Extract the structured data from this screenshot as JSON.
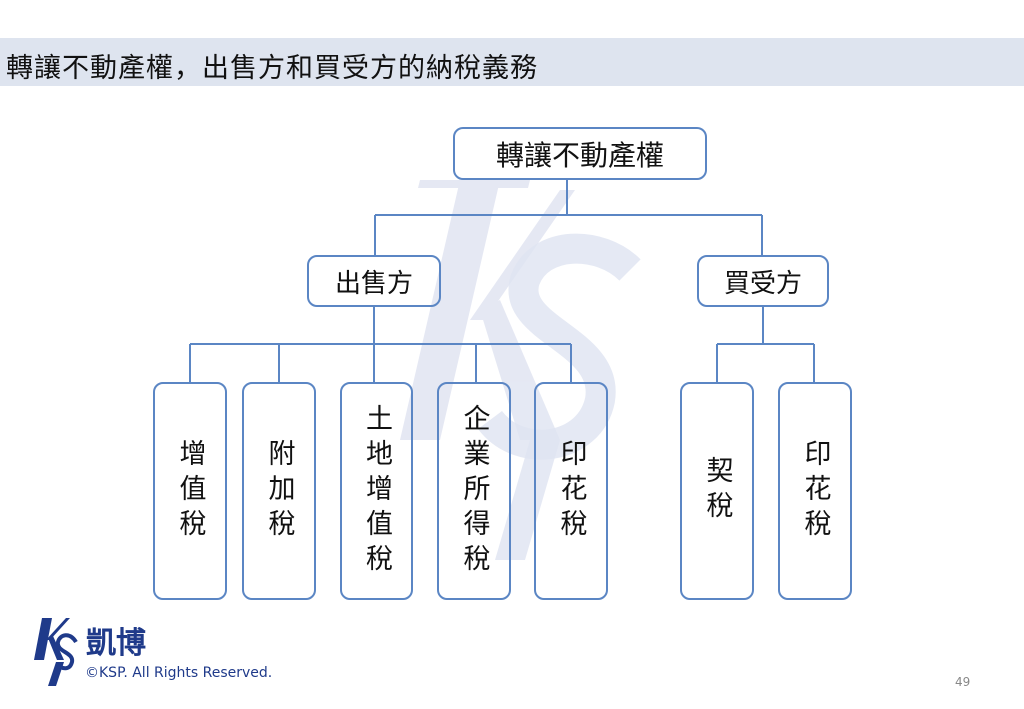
{
  "title": "轉讓不動產權，出售方和買受方的納稅義務",
  "root": "轉讓不動產權",
  "seller": {
    "label": "出售方",
    "taxes": [
      "增值稅",
      "附加稅",
      "土地增值稅",
      "企業所得稅",
      "印花稅"
    ]
  },
  "buyer": {
    "label": "買受方",
    "taxes": [
      "契稅",
      "印花稅"
    ]
  },
  "footer": {
    "logo_text": "KSP",
    "brand": "凱博",
    "copyright": "©KSP. All Rights Reserved.",
    "page": "49"
  },
  "colors": {
    "line": "#5b86c4",
    "brand": "#1f3a8a"
  }
}
